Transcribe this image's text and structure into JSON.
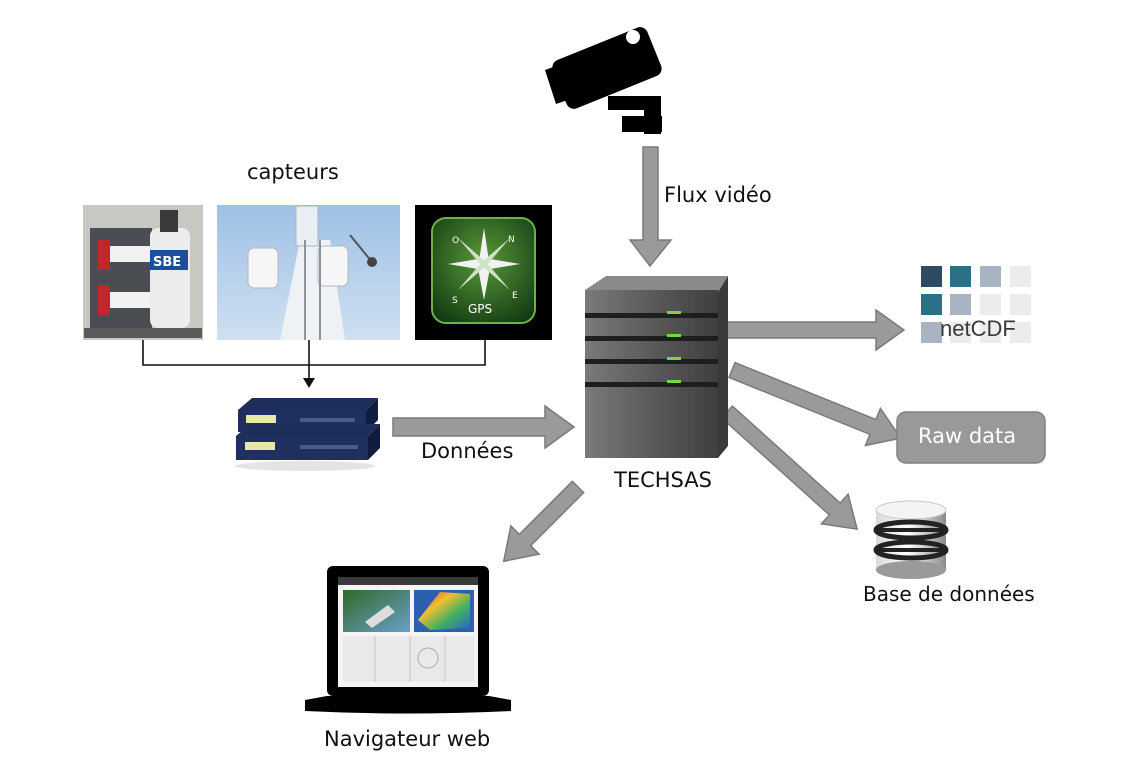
{
  "labels": {
    "sensors": "capteurs",
    "video_stream": "Flux vidéo",
    "data": "Données",
    "server": "TECHSAS",
    "netcdf": "netCDF",
    "raw_data": "Raw data",
    "database": "Base de données",
    "web_browser": "Navigateur web"
  },
  "sensor_logos": {
    "sbe": "SBE",
    "gps": "GPS",
    "compass_n": "N",
    "compass_e": "E",
    "compass_s": "S",
    "compass_o": "O"
  },
  "colors": {
    "arrow_fill": "#9a9a9a",
    "arrow_stroke": "#7a7a7a",
    "server_body": "#5e5e5e",
    "server_led": "#7bd43a",
    "raw_data_box": "#999999",
    "netcdf_dark": "#2f4a63",
    "netcdf_teal": "#2c7088"
  }
}
